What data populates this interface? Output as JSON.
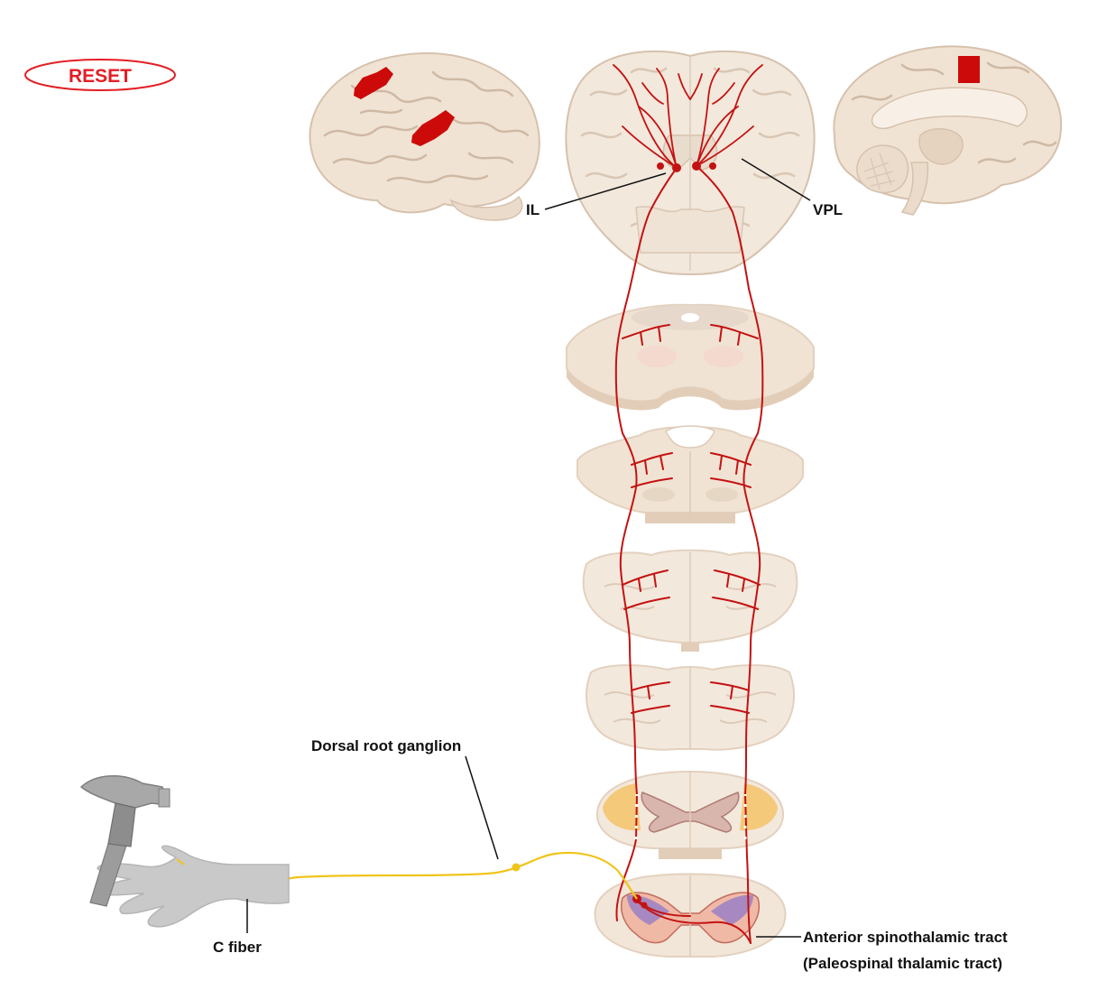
{
  "reset_button": {
    "label": "RESET"
  },
  "labels": {
    "il": "IL",
    "vpl": "VPL",
    "dorsal_root_ganglion": "Dorsal root ganglion",
    "c_fiber": "C fiber",
    "anterior_tract_line1": "Anterior spinothalamic tract",
    "anterior_tract_line2": "(Paleospinal thalamic tract)"
  },
  "colors": {
    "pathway": "#c41212",
    "fiber": "#f0c419",
    "tissue": "#f1e3d3",
    "tissue_edge": "#d6c1ad",
    "gyri_line": "#cfb9a4",
    "cortex_highlight": "#cc0a0a",
    "hand": "#c9c9c9",
    "hammer": "#8d8d8d",
    "reset": "#e31e24"
  },
  "icons": [
    "hammer-icon",
    "hand-icon",
    "brain-lateral-icon",
    "brain-coronal-icon",
    "brain-medial-icon"
  ]
}
